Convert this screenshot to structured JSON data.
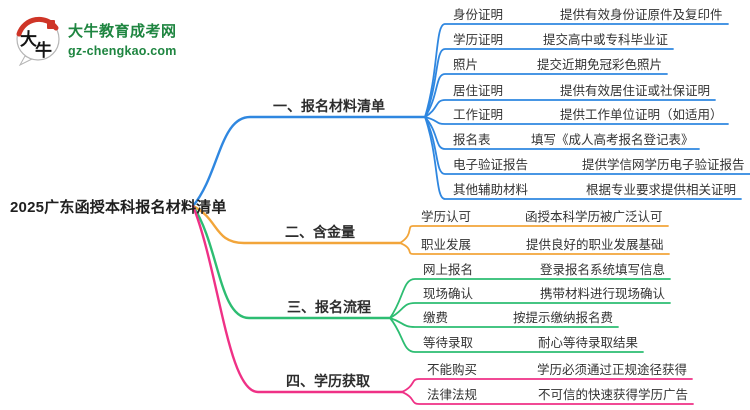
{
  "site": {
    "name": "大牛教育成考网",
    "domain": "gz-chengkao.com",
    "logo_text": "大牛"
  },
  "root": {
    "title": "2025广东函授本科报名材料清单"
  },
  "colors": {
    "branch_materials": "#2f87e0",
    "branch_value": "#f2a53a",
    "branch_process": "#2dbd72",
    "branch_diploma": "#ef3186",
    "logo_green": "#1e8540",
    "logo_red": "#cf3527",
    "text": "#333333"
  },
  "mindmap": {
    "branches": [
      {
        "label": "一、报名材料清单",
        "color": "#2f87e0",
        "children": [
          {
            "label": "身份证明",
            "leaf": "提供有效身份证原件及复印件"
          },
          {
            "label": "学历证明",
            "leaf": "提交高中或专科毕业证"
          },
          {
            "label": "照片",
            "leaf": "提交近期免冠彩色照片"
          },
          {
            "label": "居住证明",
            "leaf": "提供有效居住证或社保证明"
          },
          {
            "label": "工作证明",
            "leaf": "提供工作单位证明（如适用）"
          },
          {
            "label": "报名表",
            "leaf": "填写《成人高考报名登记表》"
          },
          {
            "label": "电子验证报告",
            "leaf": "提供学信网学历电子验证报告"
          },
          {
            "label": "其他辅助材料",
            "leaf": "根据专业要求提供相关证明"
          }
        ]
      },
      {
        "label": "二、含金量",
        "color": "#f2a53a",
        "children": [
          {
            "label": "学历认可",
            "leaf": "函授本科学历被广泛认可"
          },
          {
            "label": "职业发展",
            "leaf": "提供良好的职业发展基础"
          }
        ]
      },
      {
        "label": "三、报名流程",
        "color": "#2dbd72",
        "children": [
          {
            "label": "网上报名",
            "leaf": "登录报名系统填写信息"
          },
          {
            "label": "现场确认",
            "leaf": "携带材料进行现场确认"
          },
          {
            "label": "缴费",
            "leaf": "按提示缴纳报名费"
          },
          {
            "label": "等待录取",
            "leaf": "耐心等待录取结果"
          }
        ]
      },
      {
        "label": "四、学历获取",
        "color": "#ef3186",
        "children": [
          {
            "label": "不能购买",
            "leaf": "学历必须通过正规途径获得"
          },
          {
            "label": "法律法规",
            "leaf": "不可信的快速获得学历广告"
          }
        ]
      }
    ]
  }
}
